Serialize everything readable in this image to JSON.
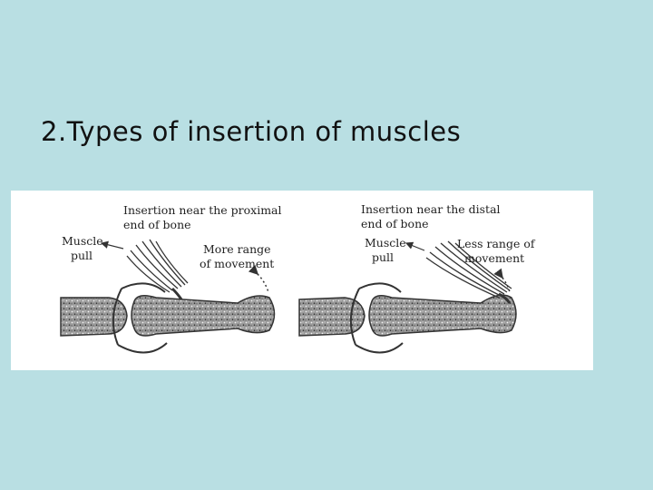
{
  "slide": {
    "title": "2.Types of insertion of muscles"
  },
  "figure": {
    "left_panel": {
      "insertion_label_line1": "Insertion near the proximal",
      "insertion_label_line2": "end of bone",
      "muscle_label_line1": "Muscle",
      "muscle_label_line2": "pull",
      "movement_label_line1": "More range",
      "movement_label_line2": "of movement"
    },
    "right_panel": {
      "insertion_label_line1": "Insertion near the distal",
      "insertion_label_line2": "end of bone",
      "muscle_label_line1": "Muscle",
      "muscle_label_line2": "pull",
      "movement_label_line1": "Less range of",
      "movement_label_line2": "movement"
    }
  }
}
